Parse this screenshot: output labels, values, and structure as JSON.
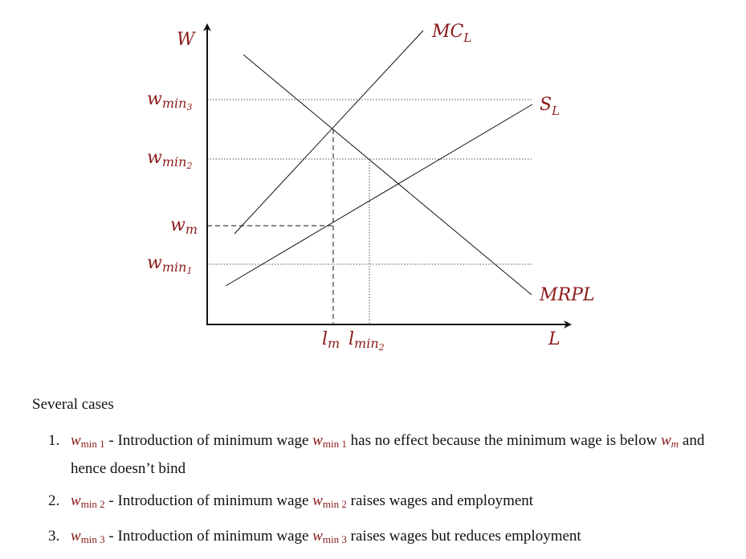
{
  "axes": {
    "y_label": "W",
    "x_label": "L"
  },
  "curves": {
    "mcl": "MC",
    "mcl_sub": "L",
    "sl": "S",
    "sl_sub": "L",
    "mrpl": "MRPL"
  },
  "y_ticks": {
    "wmin3": "w",
    "wmin3_sub": "min",
    "wmin3_sub2": "3",
    "wmin2": "w",
    "wmin2_sub": "min",
    "wmin2_sub2": "2",
    "wm": "w",
    "wm_sub": "m",
    "wmin1": "w",
    "wmin1_sub": "min",
    "wmin1_sub2": "1"
  },
  "x_ticks": {
    "lm": "l",
    "lm_sub": "m",
    "lmin2": "l",
    "lmin2_sub": "min",
    "lmin2_sub2": "2"
  },
  "text": {
    "intro": "Several cases",
    "sym_w": "w",
    "sym_min": "min",
    "sym_m": "m",
    "case1": {
      "num": "1.",
      "sub_a": "1",
      "mid": " - Introduction of minimum wage ",
      "sub_b": "1",
      "rest1": " has no effect because the minimum wage is below ",
      "rest2": " and hence doesn’t bind"
    },
    "case2": {
      "num": "2.",
      "sub_a": "2",
      "mid": " - Introduction of minimum wage ",
      "sub_b": "2",
      "rest": " raises wages and employment"
    },
    "case3": {
      "num": "3.",
      "sub_a": "3",
      "mid": " - Introduction of minimum wage ",
      "sub_b": "3",
      "rest": " raises wages but reduces employment"
    }
  },
  "colors": {
    "accent": "#8b1a1a",
    "line": "#111111"
  }
}
